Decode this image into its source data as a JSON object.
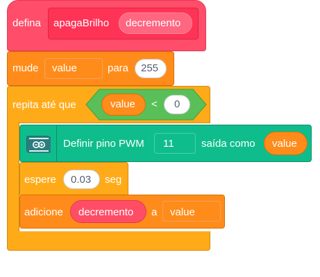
{
  "define_block": {
    "keyword": "defina",
    "proc_name": "apagaBrilho",
    "param": "decremento"
  },
  "set_block": {
    "keyword": "mude",
    "variable": "value",
    "to_word": "para",
    "number": "255"
  },
  "repeat_block": {
    "keyword": "repita até que",
    "left": "value",
    "operator": "<",
    "right": "0"
  },
  "pwm_block": {
    "label": "Definir pino PWM",
    "pin": "11",
    "output_label": "saída como",
    "value": "value",
    "icon": "arduino-icon"
  },
  "wait_block": {
    "keyword": "espere",
    "seconds": "0.03",
    "unit": "seg"
  },
  "add_block": {
    "keyword": "adicione",
    "param": "decremento",
    "to_word": "a",
    "variable": "value"
  },
  "colors": {
    "custom": "#ff6680",
    "variables": "#ff8c1a",
    "control": "#ffab19",
    "operators": "#59c059",
    "extension": "#0fbd8c"
  }
}
